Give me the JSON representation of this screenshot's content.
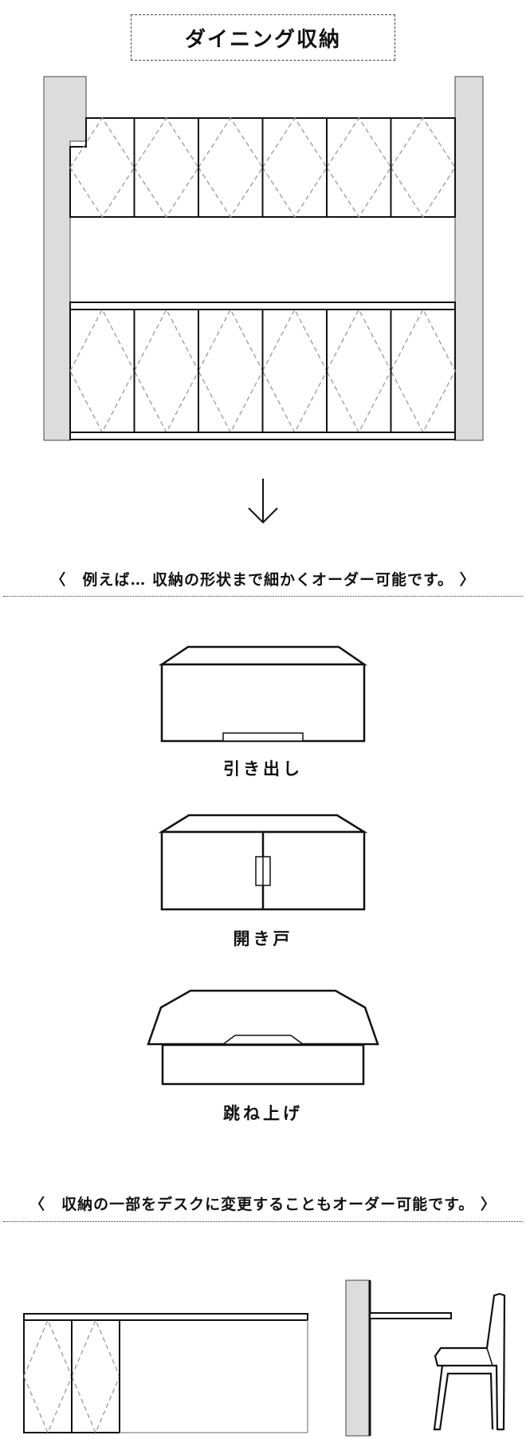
{
  "title": "ダイニング収納",
  "section1": {
    "text": "〈　例えば… 収納の形状まで細かくオーダー可能です。 〉"
  },
  "options": [
    {
      "label": "引き出し"
    },
    {
      "label": "開き戸"
    },
    {
      "label": "跳ね上げ"
    }
  ],
  "section2": {
    "text": "〈　収納の一部をデスクに変更することもオーダー可能です。 〉"
  },
  "colors": {
    "wall": "#dcdcdc",
    "line": "#111111",
    "guide": "#9a9a9a"
  }
}
